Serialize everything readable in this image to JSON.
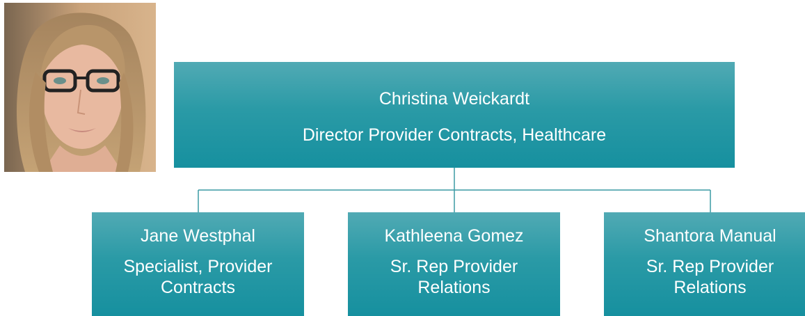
{
  "photo": {
    "alt": "Christina Weickardt headshot"
  },
  "root": {
    "name": "Christina Weickardt",
    "role": "Director Provider Contracts, Healthcare"
  },
  "children": [
    {
      "name": "Jane Westphal",
      "role": "Specialist, Provider\nContracts"
    },
    {
      "name": "Kathleena Gomez",
      "role": "Sr. Rep Provider\nRelations"
    },
    {
      "name": "Shantora Manual",
      "role": "Sr. Rep Provider\nRelations"
    }
  ],
  "colors": {
    "box_top": "#51aab4",
    "box_bottom": "#16909f",
    "connector": "#3a9aa4",
    "text": "#ffffff"
  }
}
